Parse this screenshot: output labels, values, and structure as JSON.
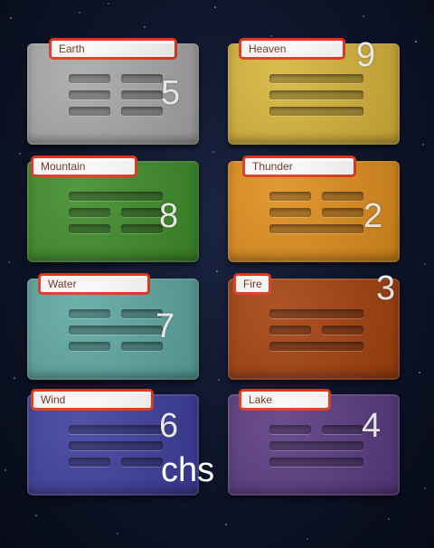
{
  "tiles": [
    {
      "label": "Earth",
      "number": "5",
      "color": "#a8a8a8",
      "trigram": [
        0,
        0,
        0
      ]
    },
    {
      "label": "Heaven",
      "number": "9",
      "color": "#d7b43a",
      "trigram": [
        1,
        1,
        1
      ]
    },
    {
      "label": "Mountain",
      "number": "8",
      "color": "#3f8d2a",
      "trigram": [
        1,
        0,
        0
      ]
    },
    {
      "label": "Thunder",
      "number": "2",
      "color": "#e08e1c",
      "trigram": [
        0,
        0,
        1
      ]
    },
    {
      "label": "Water",
      "number": "7",
      "color": "#5ea8a2",
      "trigram": [
        0,
        1,
        0
      ]
    },
    {
      "label": "Fire",
      "number": "3",
      "color": "#a5410f",
      "trigram": [
        1,
        0,
        1
      ]
    },
    {
      "label": "Wind",
      "number": "6",
      "color": "#3e3e9e",
      "trigram": [
        1,
        1,
        0
      ]
    },
    {
      "label": "Lake",
      "number": "4",
      "color": "#5b3a82",
      "trigram": [
        0,
        1,
        1
      ]
    }
  ],
  "footer_text": "chs"
}
